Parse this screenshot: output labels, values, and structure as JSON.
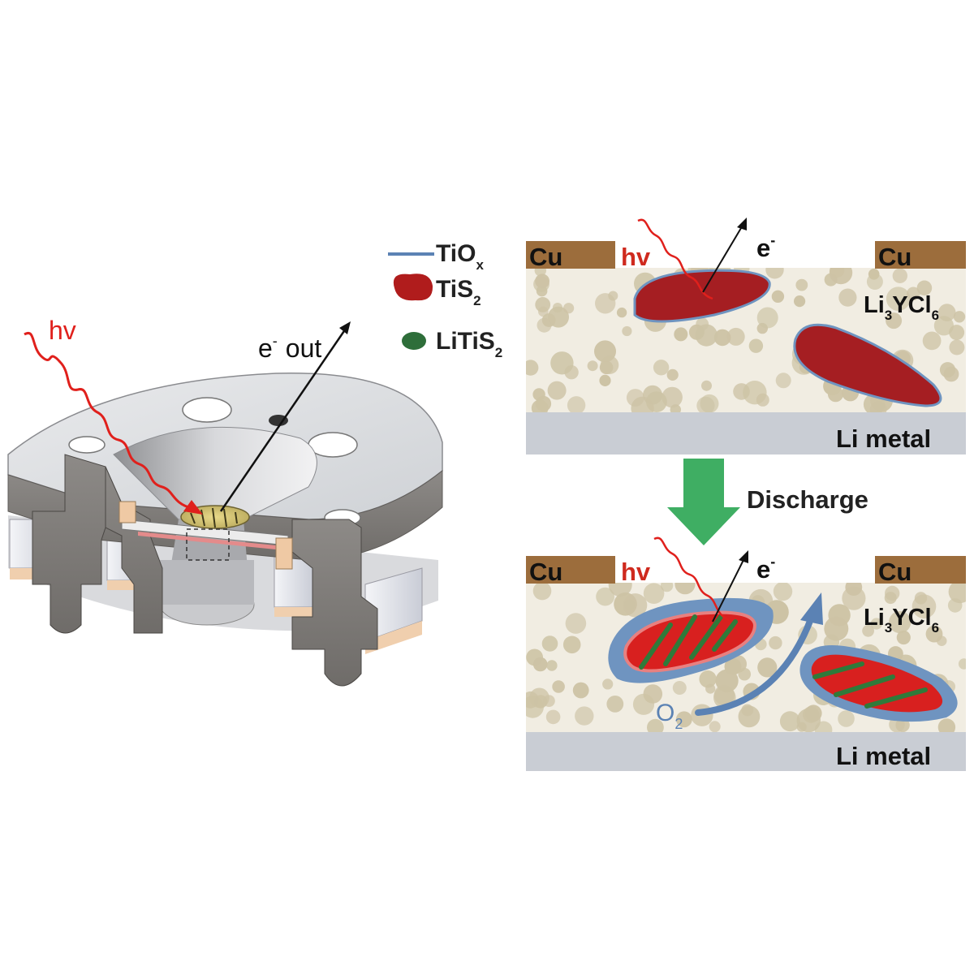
{
  "cell_diagram": {
    "hv": "hv",
    "e_out": "out",
    "e_symbol": "e",
    "superscript_minus": "-"
  },
  "legend": {
    "tiox": {
      "base": "TiO",
      "sub": "x",
      "color": "#5b82b4"
    },
    "tis2": {
      "base": "TiS",
      "sub": "2",
      "color": "#b01c1c"
    },
    "litis2": {
      "base": "LiTiS",
      "sub": "2",
      "color": "#2e6e3a"
    }
  },
  "panels": {
    "top": {
      "cu_left": "Cu",
      "cu_right": "Cu",
      "hv": "hv",
      "e": "e",
      "electrolyte": {
        "a": "Li",
        "s1": "3",
        "b": "YCl",
        "s2": "6"
      },
      "li_metal": "Li metal"
    },
    "arrow_label": "Discharge",
    "bottom": {
      "cu_left": "Cu",
      "cu_right": "Cu",
      "hv": "hv",
      "e": "e",
      "electrolyte": {
        "a": "Li",
        "s1": "3",
        "b": "YCl",
        "s2": "6"
      },
      "li_metal": "Li metal",
      "gas": {
        "base": "O",
        "sub": "2"
      }
    }
  },
  "colors": {
    "cu": "#9c6d3c",
    "li_metal": "#c9cdd4",
    "electrolyte_bg": "#f1ede2",
    "particle": "#cdc3a5",
    "tis2": "#a51e22",
    "tis2_bright": "#d8201f",
    "tiox": "#6f94c0",
    "litis2": "#2f7a3a",
    "arrow": "#3fae63",
    "hv": "#e0201c"
  }
}
